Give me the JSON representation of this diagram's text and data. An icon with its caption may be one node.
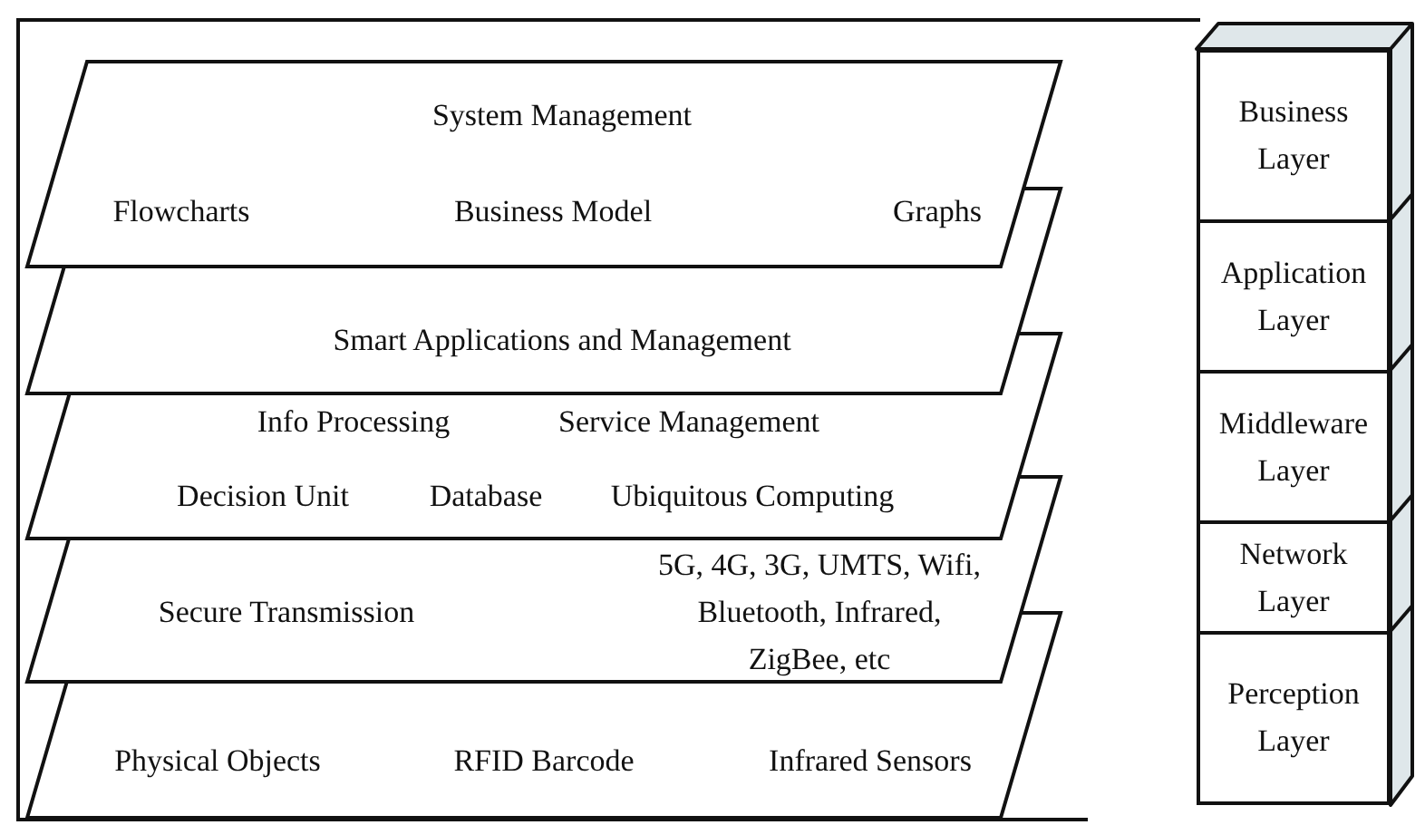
{
  "diagram": {
    "nodes": [
      {
        "text": [
          "System Management",
          "Flowcharts",
          "Business Model",
          "Graphs"
        ]
      },
      {
        "text": [
          "Smart Applications and Management"
        ]
      },
      {
        "text": [
          "Info Processing",
          "Service Management",
          "Decision Unit",
          "Database",
          "Ubiquitous Computing"
        ]
      },
      {
        "text": [
          "Secure Transmission",
          "5G, 4G, 3G, UMTS, Wifi, Bluetooth, Infrared, ZigBee, etc"
        ]
      },
      {
        "text": [
          "Physical Objects",
          "RFID Barcode",
          "Infrared Sensors"
        ]
      },
      {
        "text": [
          "Business Layer"
        ]
      },
      {
        "text": [
          "Application Layer"
        ]
      },
      {
        "text": [
          "Middleware Layer"
        ]
      },
      {
        "text": [
          "Network Layer"
        ]
      },
      {
        "text": [
          "Perception Layer"
        ]
      }
    ],
    "edges": []
  }
}
